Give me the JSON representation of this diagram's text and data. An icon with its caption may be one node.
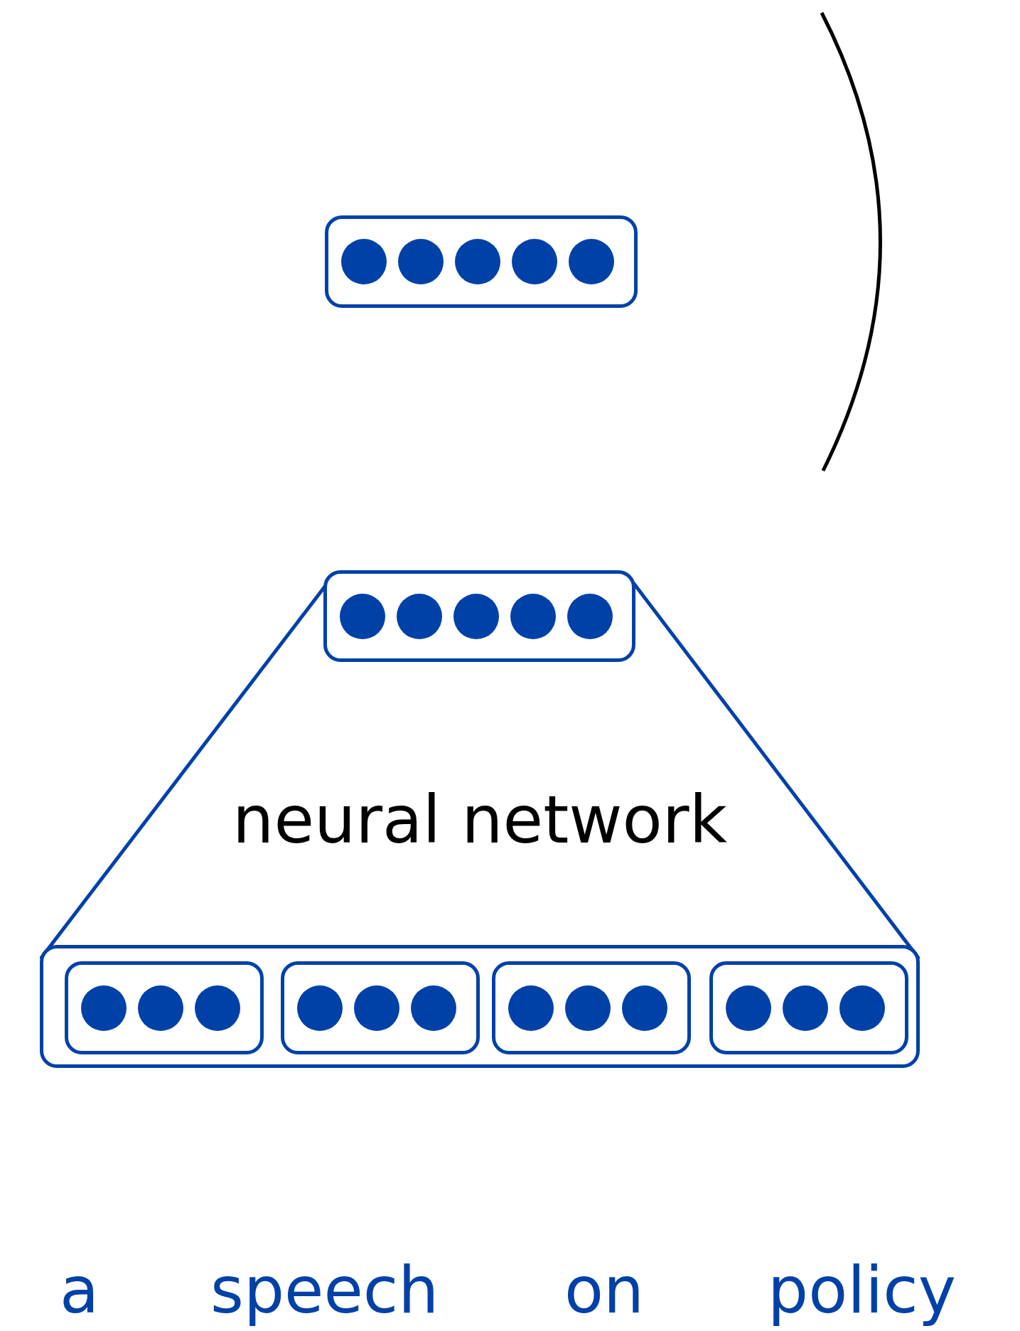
{
  "diagram": {
    "nodes": [
      {
        "text": [],
        "shape": "box"
      },
      {
        "text": [
          "neural network"
        ]
      },
      {
        "text": [],
        "shape": "box"
      },
      {
        "text": [],
        "shape": "box"
      },
      {
        "text": [],
        "shape": "box",
        "in": 3
      },
      {
        "text": [],
        "shape": "box",
        "in": 3
      },
      {
        "text": [],
        "shape": "box",
        "in": 3
      },
      {
        "text": [],
        "shape": "box",
        "in": 3
      }
    ],
    "edges": [],
    "labels": [
      "a",
      "speech",
      "on",
      "policy"
    ]
  }
}
